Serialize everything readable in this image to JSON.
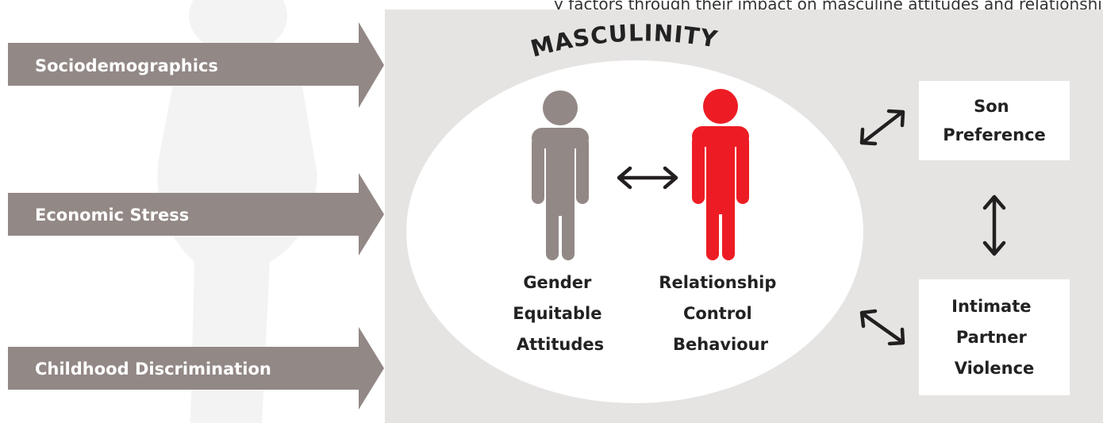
{
  "top_caption": "y factors through their impact on masculine attitudes and relationship",
  "drivers": [
    {
      "label": "Sociodemographics"
    },
    {
      "label": "Economic Stress"
    },
    {
      "label": "Childhood Discrimination"
    }
  ],
  "masculinity": {
    "title": "MASCULINITY",
    "figures": [
      {
        "label_lines": [
          "Gender",
          "Equitable",
          "Attitudes"
        ],
        "color": "#928885"
      },
      {
        "label_lines": [
          "Relationship",
          "Control",
          "Behaviour"
        ],
        "color": "#ed1c24"
      }
    ]
  },
  "outcomes": [
    {
      "label_lines": [
        "Son",
        "Preference"
      ]
    },
    {
      "label_lines": [
        "Intimate",
        "Partner",
        "Violence"
      ]
    }
  ],
  "colors": {
    "driver_arrow": "#928885",
    "panel_background": "#e6e4e3",
    "ellipse": "#ffffff",
    "figure_neutral": "#928885",
    "figure_highlight": "#ed1c24",
    "connector": "#231f20",
    "silhouette": "#f4f3f3"
  }
}
